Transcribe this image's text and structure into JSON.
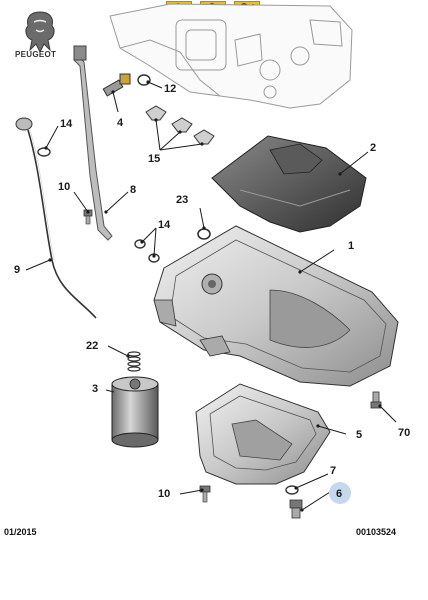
{
  "brand": {
    "name": "PEUGEOT"
  },
  "toolbar": {
    "buttons": [
      {
        "name": "zoom-in",
        "icon": "magnifier-plus-icon"
      },
      {
        "name": "zoom-out",
        "icon": "magnifier-minus-icon"
      },
      {
        "name": "zoom-fit",
        "icon": "magnifier-move-icon"
      }
    ]
  },
  "callouts": [
    "1",
    "2",
    "3",
    "4",
    "5",
    "6",
    "7",
    "8",
    "9",
    "10",
    "10",
    "12",
    "14",
    "14",
    "15",
    "22",
    "23",
    "70"
  ],
  "highlighted_callout": "6",
  "colors": {
    "toolbar": "#e4c126",
    "highlight": "#c5d8ee"
  },
  "footer": {
    "date": "01/2015",
    "reference": "00103524"
  }
}
